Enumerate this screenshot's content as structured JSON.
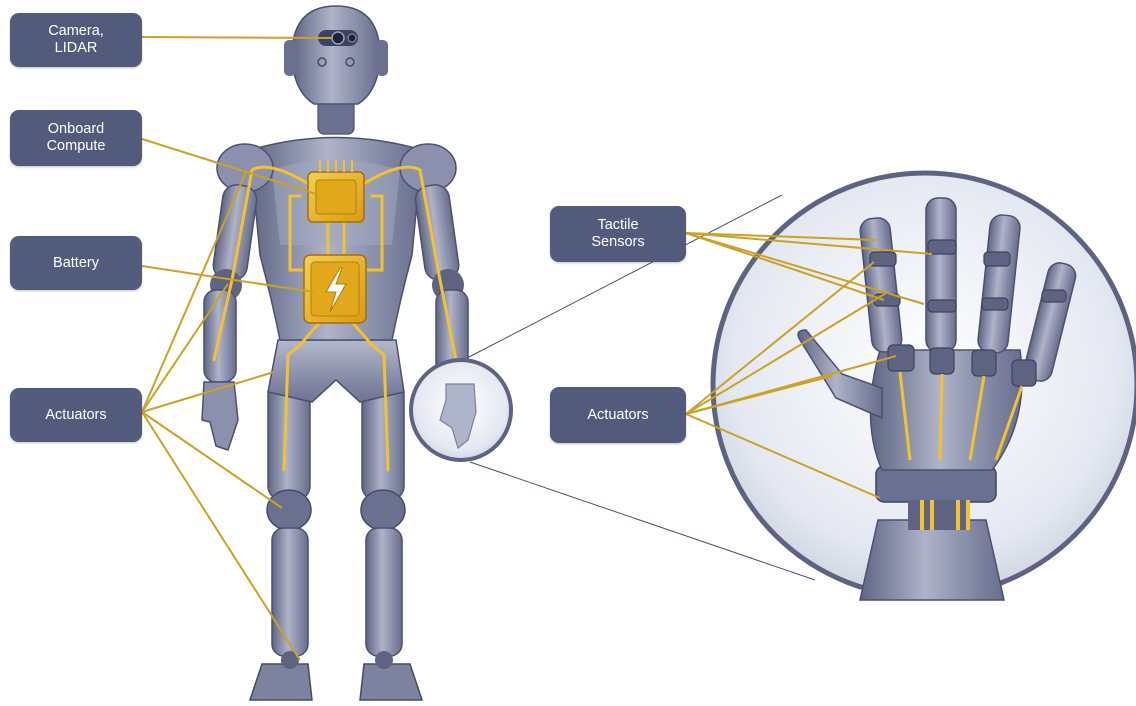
{
  "labels": {
    "camera": "Camera,\nLIDAR",
    "compute": "Onboard\nCompute",
    "battery": "Battery",
    "actuators_body": "Actuators",
    "tactile": "Tactile\nSensors",
    "actuators_hand": "Actuators"
  },
  "colors": {
    "label_bg": "#525b7c",
    "label_text": "#ffffff",
    "leader_line": "#c9a227",
    "chip": "#e8b321",
    "robot_body": "#8d93ac",
    "robot_dark": "#5d6380"
  },
  "icons": {
    "battery": "lightning-bolt-icon",
    "compute": "cpu-chip-icon",
    "camera": "camera-lens-icon"
  }
}
